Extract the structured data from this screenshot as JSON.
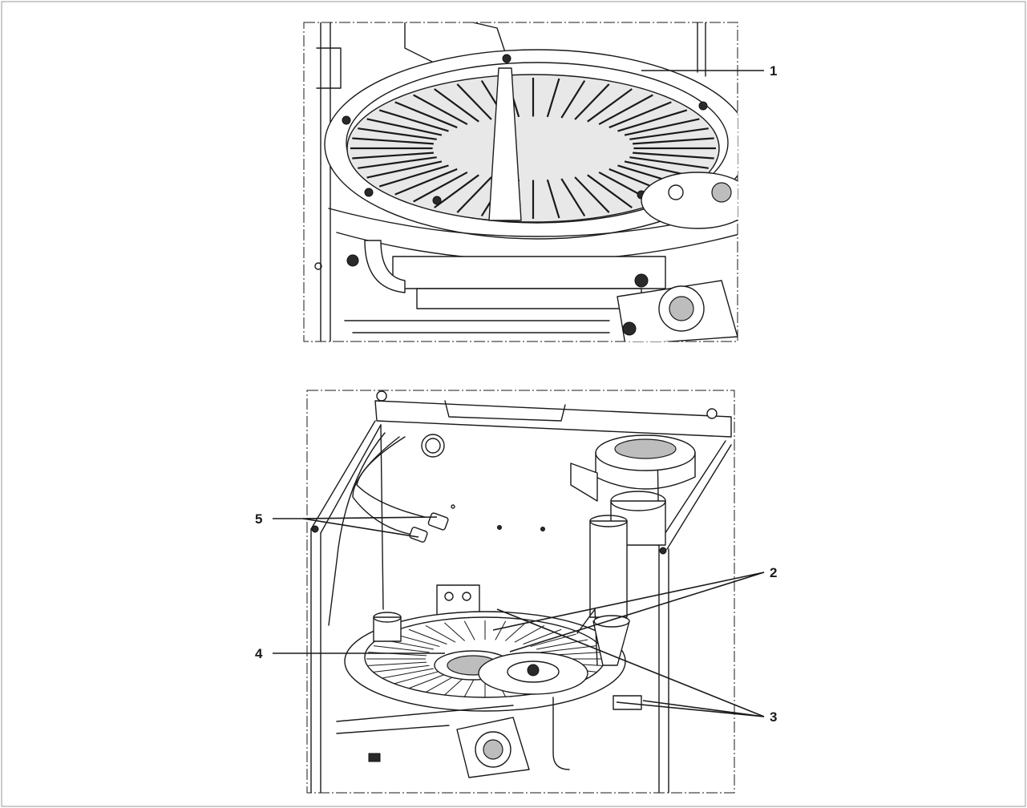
{
  "callouts": {
    "c1": "1",
    "c2": "2",
    "c3": "3",
    "c4": "4",
    "c5": "5"
  },
  "colors": {
    "ink": "#1a1a1a",
    "background": "#ffffff"
  }
}
